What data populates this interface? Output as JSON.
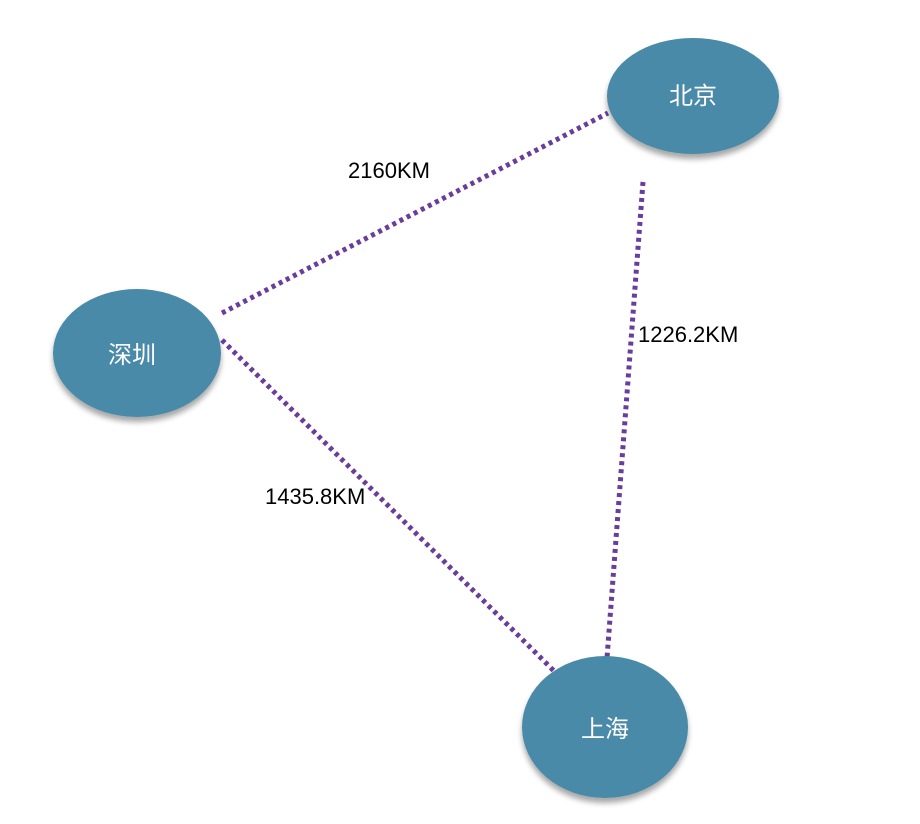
{
  "colors": {
    "node_fill": "#4a8aa8",
    "node_fill_light": "#5fa0bd",
    "edge": "#6a3d9a",
    "label_text": "#000000",
    "node_text": "#ffffff"
  },
  "nodes": [
    {
      "id": "beijing",
      "label": "北京"
    },
    {
      "id": "shenzhen",
      "label": "深圳"
    },
    {
      "id": "shanghai",
      "label": "上海"
    }
  ],
  "edges": [
    {
      "id": "shenzhen-beijing",
      "from": "shenzhen",
      "to": "beijing",
      "label": "2160KM"
    },
    {
      "id": "beijing-shanghai",
      "from": "beijing",
      "to": "shanghai",
      "label": "1226.2KM"
    },
    {
      "id": "shenzhen-shanghai",
      "from": "shenzhen",
      "to": "shanghai",
      "label": "1435.8KM"
    }
  ]
}
